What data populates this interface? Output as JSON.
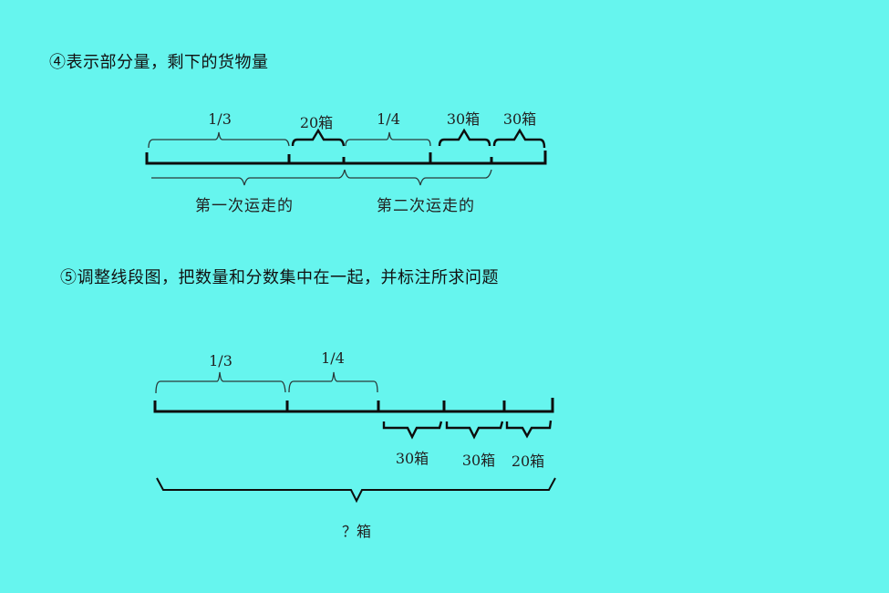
{
  "step4": {
    "heading": "④表示部分量，剩下的货物量",
    "diagram": {
      "segments": [
        {
          "label": "1/3",
          "position": "top"
        },
        {
          "label": "20箱",
          "position": "top"
        },
        {
          "label": "1/4",
          "position": "top"
        },
        {
          "label": "30箱",
          "position": "top"
        },
        {
          "label": "30箱",
          "position": "top"
        }
      ],
      "groups": [
        {
          "label": "第一次运走的",
          "position": "bottom"
        },
        {
          "label": "第二次运走的",
          "position": "bottom"
        }
      ]
    }
  },
  "step5": {
    "heading": "⑤调整线段图，把数量和分数集中在一起，并标注所求问题",
    "diagram": {
      "top_segments": [
        {
          "label": "1/3"
        },
        {
          "label": "1/4"
        }
      ],
      "bottom_segments": [
        {
          "label": "30箱"
        },
        {
          "label": "30箱"
        },
        {
          "label": "20箱"
        }
      ],
      "total": {
        "label": "？箱"
      }
    }
  },
  "colors": {
    "background": "#66F5EE",
    "line": "#0D0D0D",
    "text": "#1A1A1A"
  }
}
